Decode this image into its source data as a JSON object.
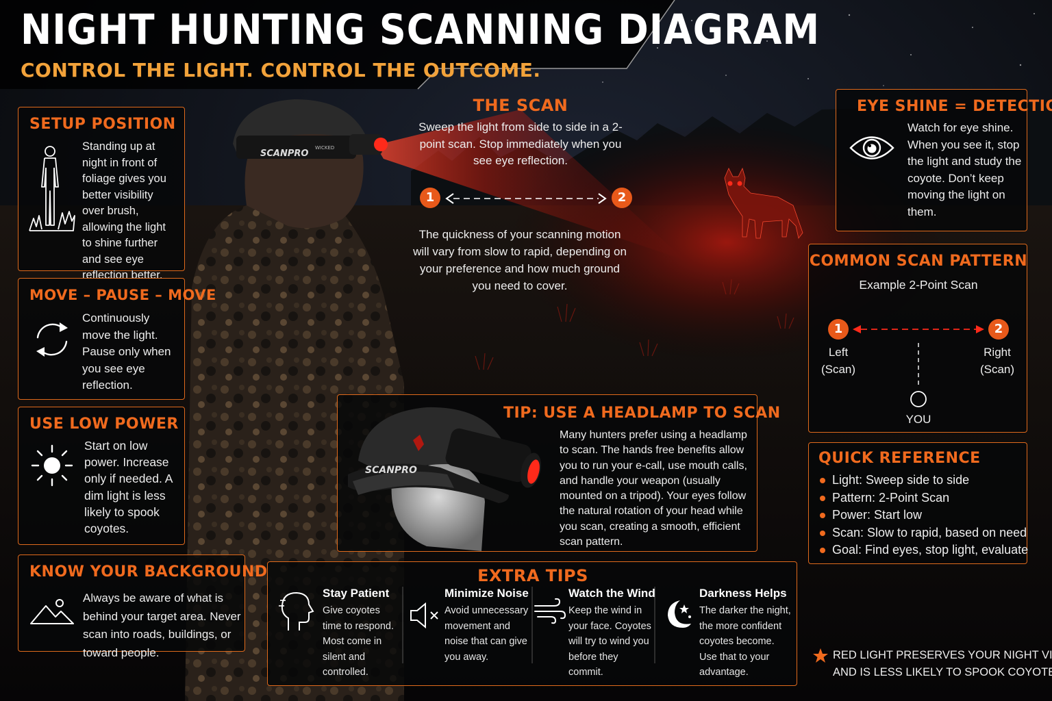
{
  "header": {
    "title": "NIGHT HUNTING SCANNING DIAGRAM",
    "subtitle": "CONTROL THE LIGHT. CONTROL THE OUTCOME."
  },
  "colors": {
    "accent": "#f06a1e",
    "subtitle": "#f2a23a",
    "red_light": "#ff2a1a",
    "background": "#07080a"
  },
  "photo": {
    "headlamp_band": "SCANPRO",
    "headlamp_tag": "WICKED"
  },
  "setup_position": {
    "title": "SETUP POSITION",
    "text": "Standing up at night in front of foliage gives you better visibility over brush, allowing the light to shine further and see eye reflection better.",
    "icon": "standing-person-icon"
  },
  "move_pause": {
    "title": "MOVE – PAUSE – MOVE",
    "text": "Continuously move the light. Pause only when you see eye reflection.",
    "icon": "cycle-arrows-icon"
  },
  "low_power": {
    "title": "USE LOW POWER",
    "text": "Start on low power. Increase only if needed. A dim light is less likely to spook coyotes.",
    "icon": "sun-icon"
  },
  "background": {
    "title": "KNOW YOUR BACKGROUND",
    "text": "Always be aware of what is behind your target area. Never scan into roads, buildings, or toward people.",
    "icon": "mountains-icon"
  },
  "the_scan": {
    "title": "THE SCAN",
    "text1": "Sweep the light from side to side in a 2-point scan. Stop immediately when you see eye reflection.",
    "point1": "1",
    "point2": "2",
    "text2": "The quickness of your scanning motion will vary from slow to rapid, depending on your preference and how much ground you need to cover."
  },
  "eye_shine": {
    "title": "EYE SHINE = DETECTION",
    "text": "Watch for eye shine. When you see it, stop the light and study the coyote. Don’t keep moving the light on them.",
    "icon": "eye-icon"
  },
  "pattern": {
    "title": "COMMON SCAN PATTERN",
    "subtitle": "Example 2-Point Scan",
    "point1": "1",
    "point2": "2",
    "left_label": "Left",
    "left_sub": "(Scan)",
    "right_label": "Right",
    "right_sub": "(Scan)",
    "you_label": "YOU"
  },
  "headlamp_tip": {
    "title": "TIP: USE A HEADLAMP TO SCAN",
    "text": "Many hunters prefer using a headlamp to scan. The hands free benefits allow you to run your e-call, use mouth calls, and handle your weapon (usually mounted on a tripod). Your eyes follow the natural rotation of your head while you scan, creating a smooth, efficient scan pattern."
  },
  "quick_reference": {
    "title": "QUICK REFERENCE",
    "items": [
      "Light: Sweep side to side",
      "Pattern: 2-Point Scan",
      "Power: Start low",
      "Scan: Slow to rapid, based on need",
      "Goal: Find eyes, stop light, evaluate"
    ]
  },
  "extra_tips": {
    "title": "EXTRA TIPS",
    "tips": [
      {
        "title": "Stay Patient",
        "text": "Give coyotes time to respond. Most come in silent and controlled.",
        "icon": "head-profile-icon"
      },
      {
        "title": "Minimize Noise",
        "text": "Avoid unnecessary movement and noise that can give you away.",
        "icon": "muted-speaker-icon"
      },
      {
        "title": "Watch the Wind",
        "text": "Keep the wind in your face. Coyotes will try to wind you before they commit.",
        "icon": "wind-icon"
      },
      {
        "title": "Darkness Helps",
        "text": "The darker the night, the more confident coyotes become. Use that to your advantage.",
        "icon": "moon-stars-icon"
      }
    ]
  },
  "footnote": {
    "line1": "RED LIGHT PRESERVES YOUR NIGHT VISION",
    "line2": "AND IS LESS LIKELY TO SPOOK COYOTES.",
    "icon": "star-icon"
  }
}
